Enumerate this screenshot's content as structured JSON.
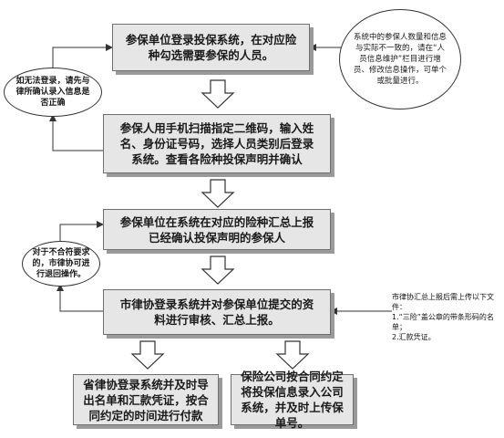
{
  "steps": {
    "step1": "参保单位登录投保系统，在对应险种勾选需要参保的人员。",
    "step2": "参保人用手机扫描指定二维码，输入姓名、身份证号码，选择人员类别后登录系统。查看各险种投保声明并确认",
    "step3": "参保单位在系统在对应的险种汇总上报已经确认投保声明的参保人",
    "step4": "市律协登录系统并对参保单位提交的资料进行审核、汇总上报。",
    "step5a": "省律协登录系统并及时导出名单和汇款凭证，按合同约定的时间进行付款",
    "step5b": "保险公司按合同约定将投保信息录入公司系统，并及时上传保单号。"
  },
  "bubbles": {
    "login_fail": "如无法登录，请先与律所确认录入信息是否正确",
    "mismatch": "系统中的参保人数量和信息与实际不一致的，请在“人员信息维护”栏目进行增员、修改信息操作，可单个或批量进行。",
    "reject": "对于不合符要求的，市律协可进行退回操作。"
  },
  "upload_note": {
    "line1": "市律协汇总上报后需上传以下文件：",
    "line2": "1.“三险”盖公章的带条形码的名单；",
    "line3": "2.汇款凭证。"
  }
}
